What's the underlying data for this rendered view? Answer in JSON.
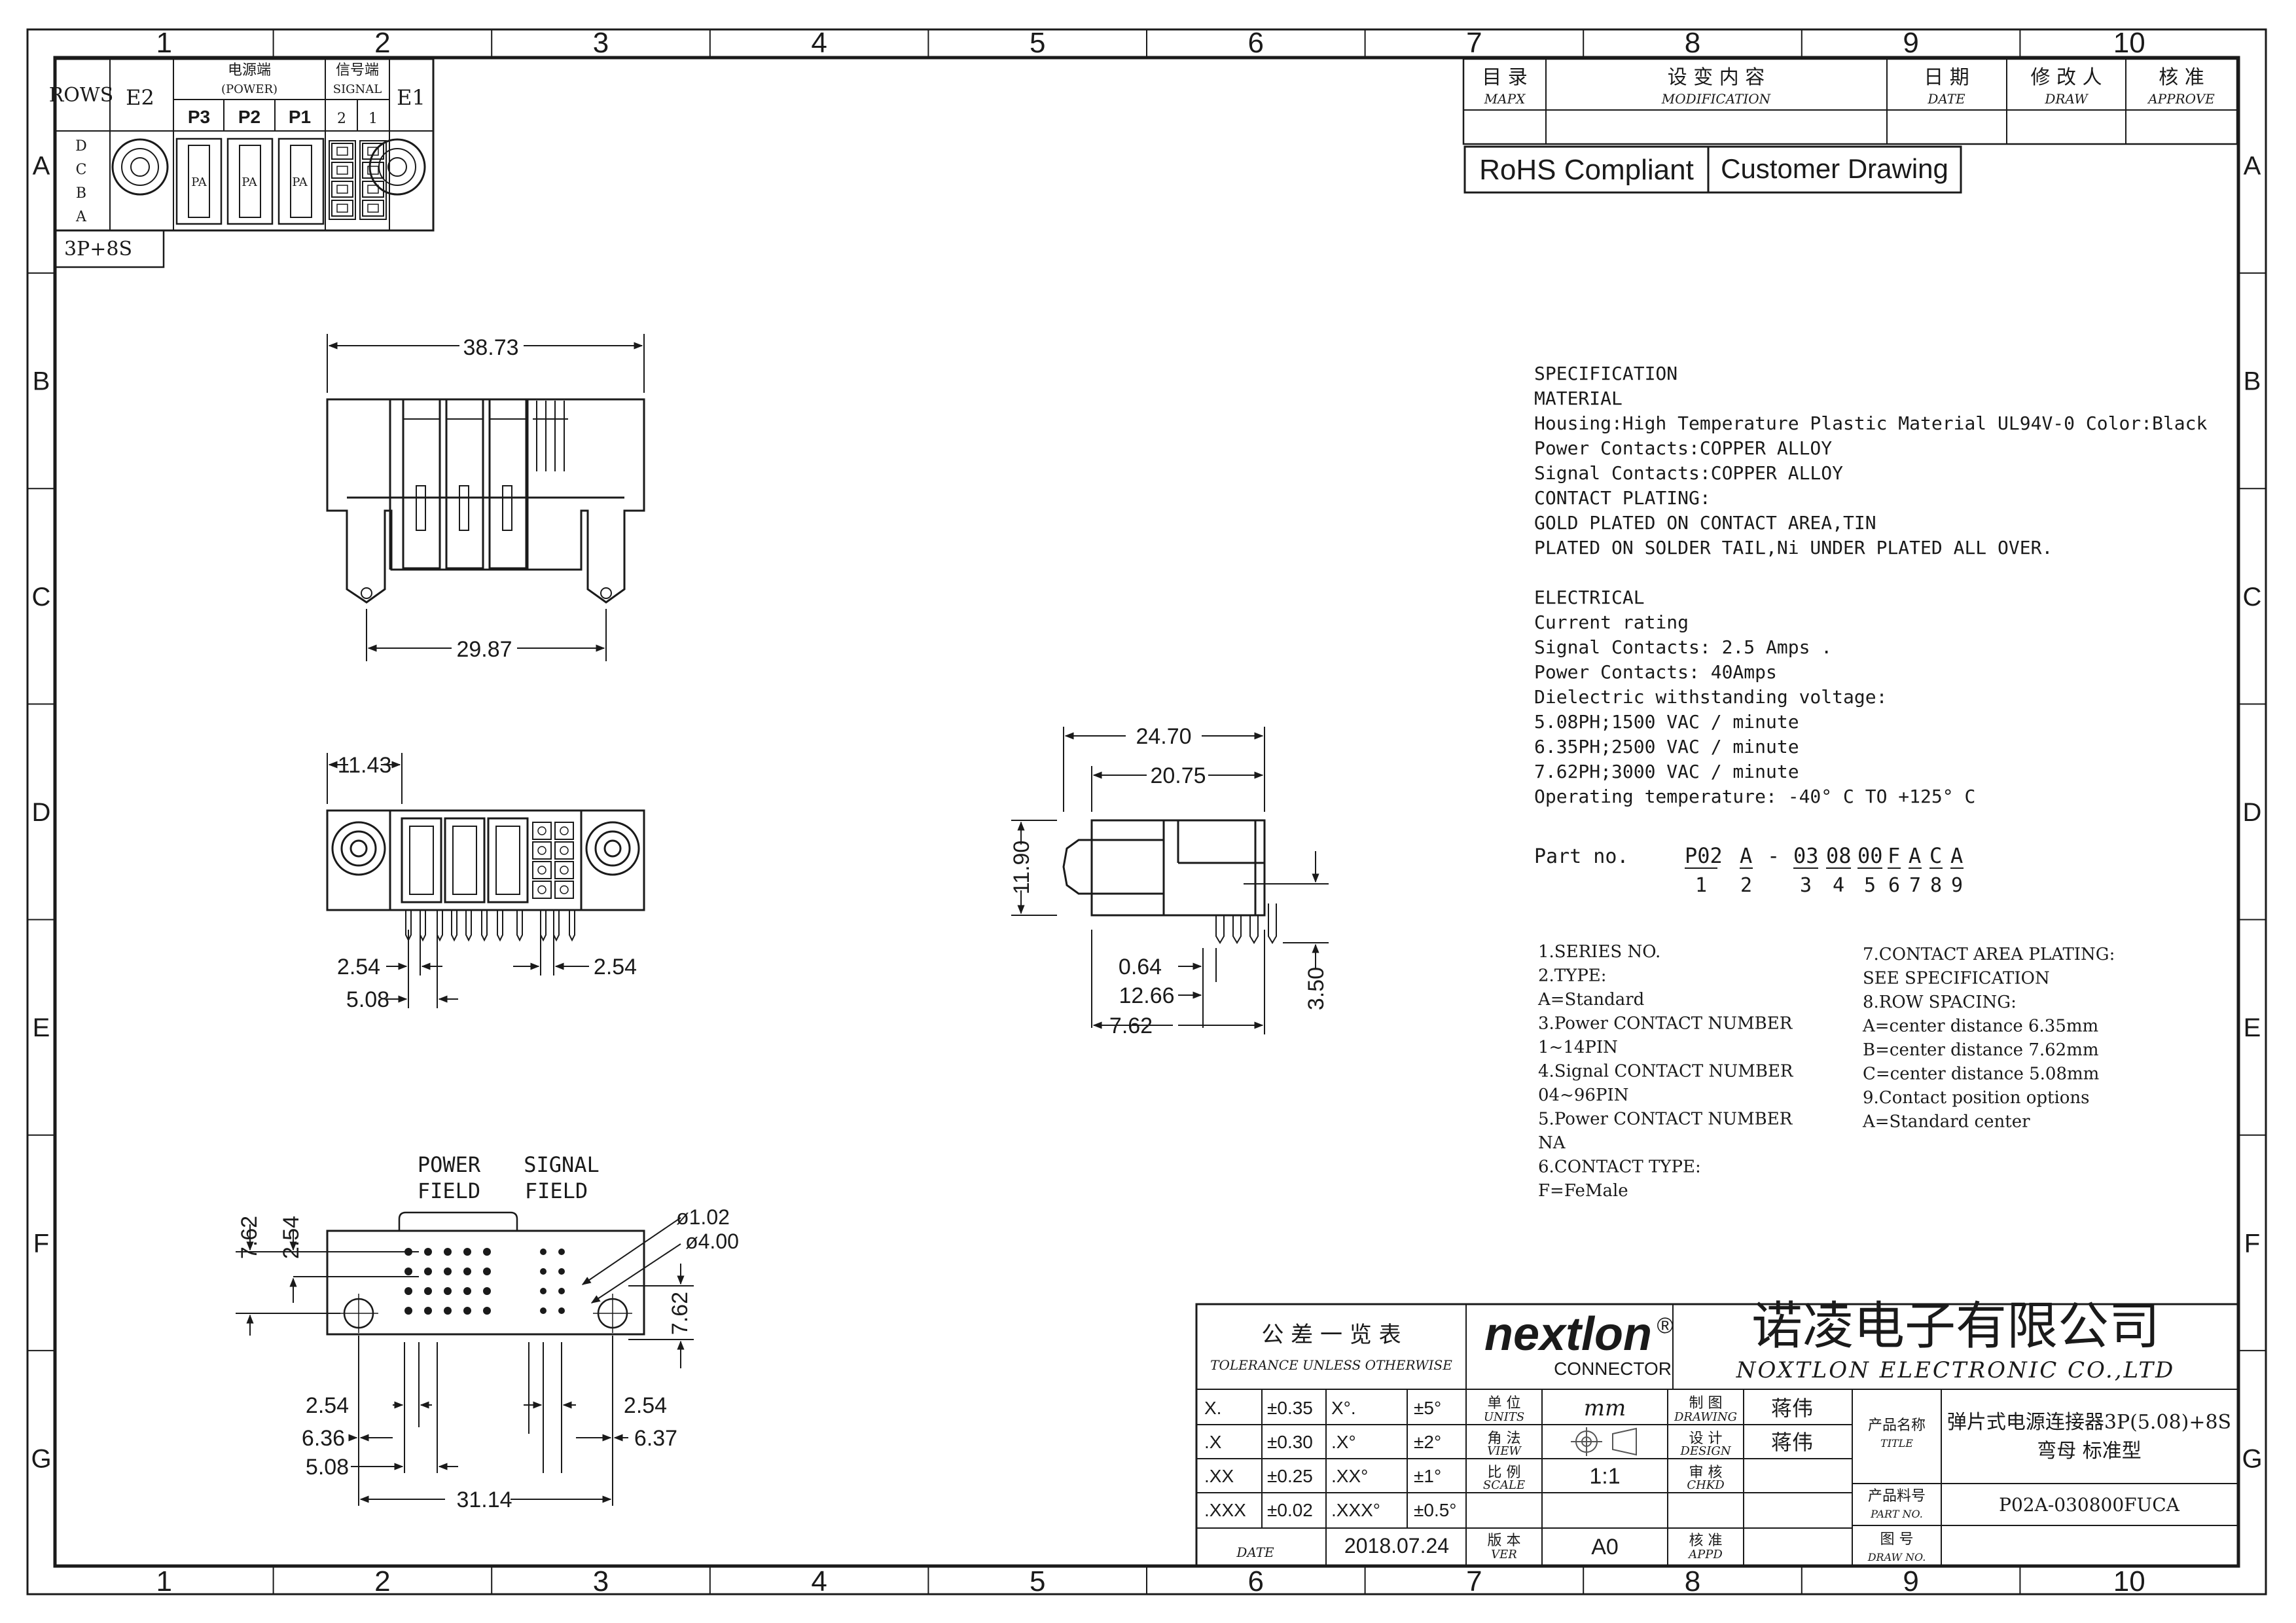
{
  "border": {
    "columns": [
      "1",
      "2",
      "3",
      "4",
      "5",
      "6",
      "7",
      "8",
      "9",
      "10"
    ],
    "rows": [
      "A",
      "B",
      "C",
      "D",
      "E",
      "F",
      "G"
    ]
  },
  "pin_map": {
    "rows_label": "ROWS",
    "e2": "E2",
    "e1": "E1",
    "power_cn": "电源端",
    "power_en": "(POWER)",
    "signal_cn": "信号端",
    "signal_en": "SIGNAL",
    "p3": "P3",
    "p2": "P2",
    "p1": "P1",
    "s2": "2",
    "s1": "1",
    "row_letters": [
      "D",
      "C",
      "B",
      "A"
    ],
    "pa": "PA",
    "config": "3P+8S"
  },
  "revision_table": {
    "mapx_cn": "目 录",
    "mapx_en": "MAPX",
    "mod_cn": "设 变 内 容",
    "mod_en": "MODIFICATION",
    "date_cn": "日 期",
    "date_en": "DATE",
    "draw_cn": "修 改 人",
    "draw_en": "DRAW",
    "approve_cn": "核 准",
    "approve_en": "APPROVE"
  },
  "badges": {
    "rohs": "RoHS Compliant",
    "customer": "Customer Drawing"
  },
  "dimensions": {
    "top_width": "38.73",
    "top_peg": "29.87",
    "front_offset": "11.43",
    "front_pitch_left": "2.54",
    "front_pitch_right": "2.54",
    "front_row": "5.08",
    "side_depth": "24.70",
    "side_body": "20.75",
    "side_height": "11.90",
    "side_pin": "0.64",
    "side_tail": "12.66",
    "side_pitch": "7.62",
    "side_tail_len": "3.50",
    "pcb_row": "7.62",
    "pcb_pitch": "2.54",
    "pcb_hole_small": "ø1.02",
    "pcb_hole_large": "ø4.00",
    "pcb_right_vert": "7.62",
    "pcb_254_left": "2.54",
    "pcb_254_right": "2.54",
    "pcb_636": "6.36",
    "pcb_637": "6.37",
    "pcb_508": "5.08",
    "pcb_total": "31.14",
    "power_field": [
      "POWER",
      "FIELD"
    ],
    "signal_field": [
      "SIGNAL",
      "FIELD"
    ]
  },
  "spec_lines": [
    "SPECIFICATION",
    "MATERIAL",
    "Housing:High Temperature Plastic Material  UL94V-0  Color:Black",
    "Power Contacts:COPPER ALLOY",
    "Signal Contacts:COPPER ALLOY",
    "CONTACT PLATING:",
    "GOLD  PLATED ON CONTACT AREA,TIN",
    "PLATED ON SOLDER TAIL,Ni  UNDER PLATED ALL OVER.",
    "",
    "ELECTRICAL",
    "Current rating",
    "Signal Contacts: 2.5 Amps .",
    "Power Contacts: 40Amps",
    "Dielectric withstanding voltage:",
    "5.08PH;1500 VAC / minute",
    "6.35PH;2500 VAC / minute",
    "7.62PH;3000 VAC / minute",
    "Operating temperature: -40° C TO +125° C"
  ],
  "part_no": {
    "label": "Part no.",
    "segments": [
      "P02",
      "A",
      "-",
      "03",
      "08",
      "00",
      "F",
      "A",
      "C",
      "A"
    ],
    "indices": [
      "1",
      "2",
      "3",
      "4",
      "5",
      "6",
      "7",
      "8",
      "9"
    ]
  },
  "legend_left": [
    "1.SERIES NO.",
    "2.TYPE:",
    "   A=Standard",
    "3.Power CONTACT NUMBER",
    "   1~14PIN",
    "4.Signal CONTACT NUMBER",
    "   04~96PIN",
    "5.Power CONTACT NUMBER",
    "   NA",
    "6.CONTACT TYPE:",
    "   F=FeMale"
  ],
  "legend_right": [
    "7.CONTACT AREA PLATING:",
    "   SEE SPECIFICATION",
    "8.ROW SPACING:",
    "   A=center distance 6.35mm",
    "   B=center distance 7.62mm",
    "   C=center distance 5.08mm",
    "9.Contact position options",
    "   A=Standard center"
  ],
  "title_block": {
    "tol_cn": "公 差 一 览 表",
    "tol_en": "TOLERANCE UNLESS OTHERWISE",
    "tol_rows": [
      [
        "X.",
        "±0.35",
        "X°.",
        "±5°"
      ],
      [
        ".X",
        "±0.30",
        ".X°",
        "±2°"
      ],
      [
        ".XX",
        "±0.25",
        ".XX°",
        "±1°"
      ],
      [
        ".XXX",
        "±0.02",
        ".XXX°",
        "±0.5°"
      ]
    ],
    "date_label": "DATE",
    "date": "2018.07.24",
    "logo": "nextlon",
    "logo_mark": "®",
    "logo_sub": "CONNECTOR",
    "company_cn": "诺凌电子有限公司",
    "company_en": "NOXTLON ELECTRONIC CO.,LTD",
    "units_cn": "单 位",
    "units_en": "UNITS",
    "units": "mm",
    "view_cn": "角 法",
    "view_en": "VIEW",
    "scale_cn": "比 例",
    "scale_en": "SCALE",
    "scale": "1:1",
    "ver_cn": "版 本",
    "ver_en": "VER",
    "ver": "A0",
    "drawing_cn": "制 图",
    "drawing_en": "DRAWING",
    "drawing_name": "蒋伟",
    "design_cn": "设 计",
    "design_en": "DESIGN",
    "design_name": "蒋伟",
    "chkd_cn": "审 核",
    "chkd_en": "CHKD",
    "appd_cn": "核 准",
    "appd_en": "APPD",
    "title_cn": "产品名称",
    "title_en": "TITLE",
    "title_1": "弹片式电源连接器3P(5.08)+8S",
    "title_2": "弯母 标准型",
    "partno_cn": "产品料号",
    "partno_en": "PART NO.",
    "partno": "P02A-030800FUCA",
    "drawno_cn": "图 号",
    "drawno_en": "DRAW NO."
  },
  "colors": {
    "ink": "#1a1a1a",
    "paper": "#ffffff"
  }
}
